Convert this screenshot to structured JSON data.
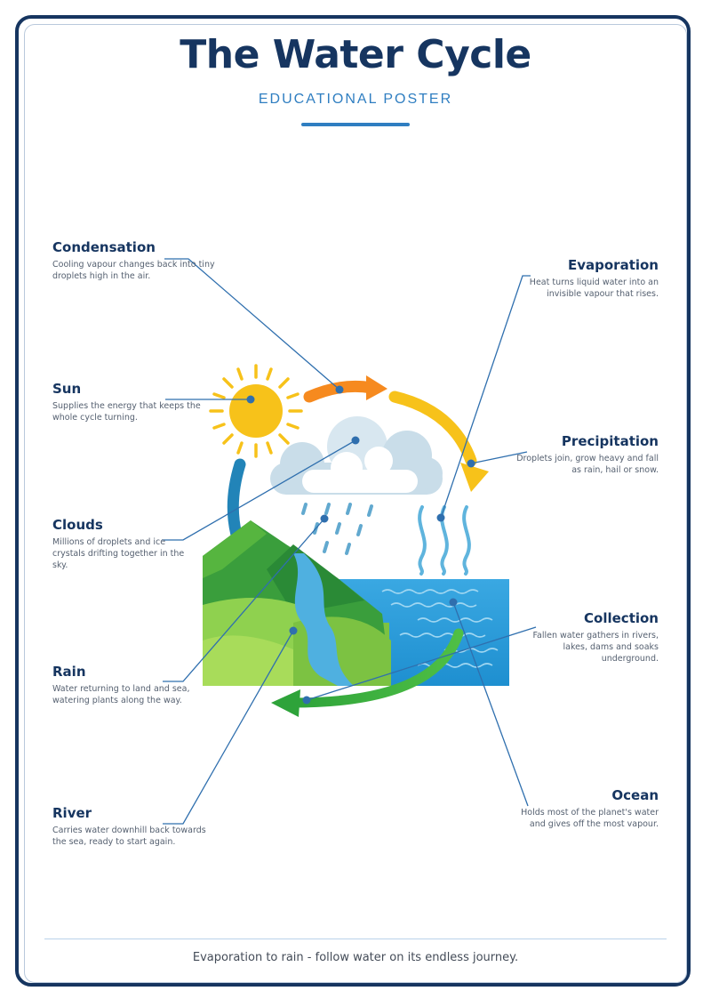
{
  "header": {
    "title": "The Water Cycle",
    "subtitle": "EDUCATIONAL POSTER"
  },
  "labels": {
    "condensation": {
      "title": "Condensation",
      "desc": "Cooling vapour changes back into tiny droplets high in the air."
    },
    "sun": {
      "title": "Sun",
      "desc": "Supplies the energy that keeps the whole cycle turning."
    },
    "clouds": {
      "title": "Clouds",
      "desc": "Millions of droplets and ice crystals drifting together in the sky."
    },
    "rain": {
      "title": "Rain",
      "desc": "Water returning to land and sea, watering plants along the way."
    },
    "river": {
      "title": "River",
      "desc": "Carries water downhill back towards the sea, ready to start again."
    },
    "evaporation": {
      "title": "Evaporation",
      "desc": "Heat turns liquid water into an invisible vapour that rises."
    },
    "precipitation": {
      "title": "Precipitation",
      "desc": "Droplets join, grow heavy and fall as rain, hail or snow."
    },
    "collection": {
      "title": "Collection",
      "desc": "Fallen water gathers in rivers, lakes, dams and soaks underground."
    },
    "ocean": {
      "title": "Ocean",
      "desc": "Holds most of the planet's water and gives off the most vapour."
    }
  },
  "footer": {
    "caption": "Evaporation to rain - follow water on its endless journey."
  },
  "colors": {
    "navy": "#163560",
    "accent_blue": "#2f7ec1",
    "sun_yellow": "#f7c21a",
    "arrow_orange": "#f68a1f",
    "mountain_green": "#2e9a3c",
    "sea_blue": "#2a9ad8"
  }
}
